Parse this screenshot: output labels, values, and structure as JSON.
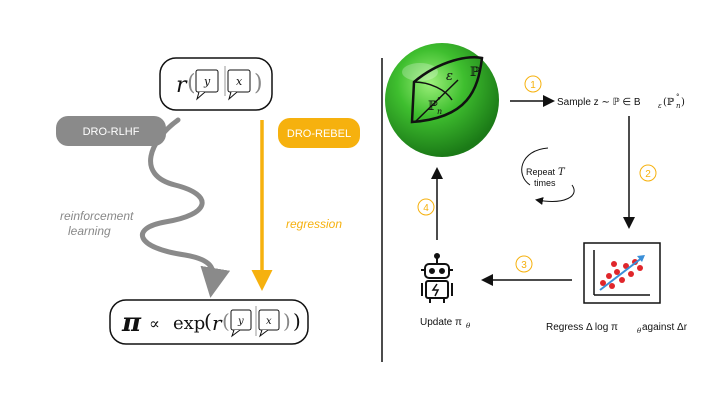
{
  "left": {
    "reward_func": "r",
    "reward_args": [
      "y",
      "x"
    ],
    "rlhf_label": "DRO-RLHF",
    "rebel_label": "DRO-REBEL",
    "rl_text_line1": "reinforcement",
    "rl_text_line2": "learning",
    "regression_text": "regression",
    "policy_symbol": "π",
    "proportional": "∝",
    "exp_text": "exp",
    "policy_r": "r",
    "policy_args": [
      "y",
      "x"
    ]
  },
  "right": {
    "ball_eps": "ε",
    "ball_P": "ℙ",
    "ball_Pn": "ℙ",
    "ball_Pn_sup": "°",
    "ball_Pn_sub": "n",
    "step1": "1",
    "step2": "2",
    "step3": "3",
    "step4": "4",
    "sample_label": "Sample z ∼ ℙ ∈ B",
    "sample_sub": "ε",
    "sample_tail": "(ℙ",
    "sample_tail_sup": "°",
    "sample_tail_sub": "n",
    "sample_close": ")",
    "repeat_line1": "Repeat",
    "repeat_T": "T",
    "repeat_line2": "times",
    "regress_label": "Regress Δ log π",
    "regress_sub": "θ",
    "regress_tail": " against Δr",
    "update_label": "Update π",
    "update_sub": "θ"
  },
  "colors": {
    "accent": "#f6b10e",
    "gray": "#8a8a8a",
    "green": "#3fbf2f",
    "scatter_red": "#e0262b",
    "scatter_blue": "#3a8fd8"
  }
}
